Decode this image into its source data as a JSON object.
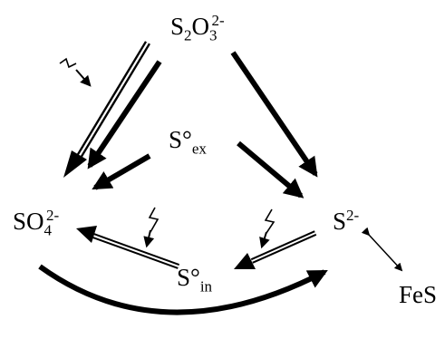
{
  "nodes": {
    "thiosulfate": {
      "base": "S",
      "sub1": "2",
      "mid": "O",
      "sub2": "3",
      "charge": "2-"
    },
    "s0_ex": {
      "base": "S°",
      "sub": "ex"
    },
    "sulfate": {
      "base": "SO",
      "sub": "4",
      "charge": "2-"
    },
    "sulfide": {
      "base": "S",
      "charge": "2-"
    },
    "s0_in": {
      "base": "S°",
      "sub": "in"
    },
    "fes": {
      "label": "FeS"
    }
  },
  "colors": {
    "ink": "#000000",
    "background": "#ffffff"
  },
  "icons": [
    "lightning-icon"
  ]
}
